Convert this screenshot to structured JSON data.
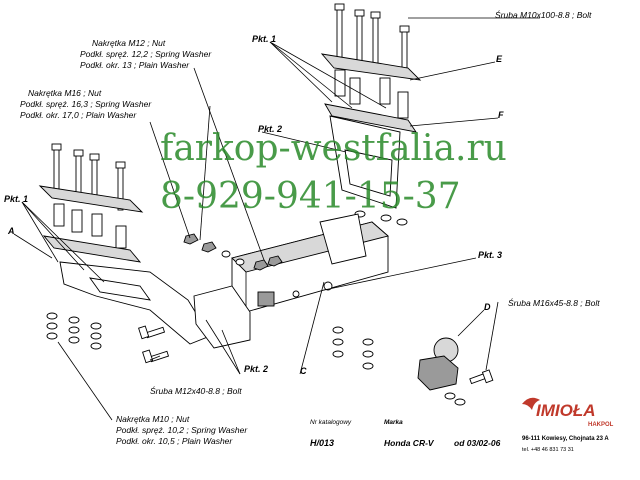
{
  "watermark": {
    "site": "farkop-westfalia.ru",
    "phone": "8-929-941-15-37",
    "color": "#2a8a2a"
  },
  "labels": {
    "bolt_m10": "Śruba M10x100-8.8 ;  Bolt",
    "nut_m12_1": "Nakrętka  M12 ; Nut",
    "nut_m12_2": "Podkł. spręż. 12,2 ; Spring Washer",
    "nut_m12_3": "Podkł. okr. 13 ;  Plain Washer",
    "nut_m16_1": "Nakrętka  M16 ; Nut",
    "nut_m16_2": "Podkł. spręż. 16,3 ; Spring Washer",
    "nut_m16_3": "Podkł. okr. 17,0 ;  Plain Washer",
    "pkt1_top": "Pkt. 1",
    "pkt1_left": "Pkt. 1",
    "pkt2_top": "Pkt. 2",
    "pkt2_bottom": "Pkt. 2",
    "pkt3": "Pkt. 3",
    "part_a": "A",
    "part_c": "C",
    "part_d": "D",
    "part_e": "E",
    "part_f": "F",
    "bolt_m16": "Śruba M16x45-8.8 ;  Bolt",
    "bolt_m12": "Śruba M12x40-8.8 ;  Bolt",
    "nut_m10_1": "Nakrętka  M10 ; Nut",
    "nut_m10_2": "Podkł. spręż. 10,2 ; Spring Washer",
    "nut_m10_3": "Podkł. okr. 10,5 ;  Plain Washer"
  },
  "title_block": {
    "catalog_header": "Nr katalogowy",
    "brand_header": "Marka",
    "catalog_no": "H/013",
    "model": "Honda CR-V",
    "date": "od 03/02-06"
  },
  "company": {
    "logo": "IMIOŁA",
    "logo_sub": "HAKPOL",
    "address": "96-111 Kowiesy, Chojnata 23 A",
    "phone": "tel. +48 46 831 73 31",
    "logo_color": "#c0392b"
  }
}
